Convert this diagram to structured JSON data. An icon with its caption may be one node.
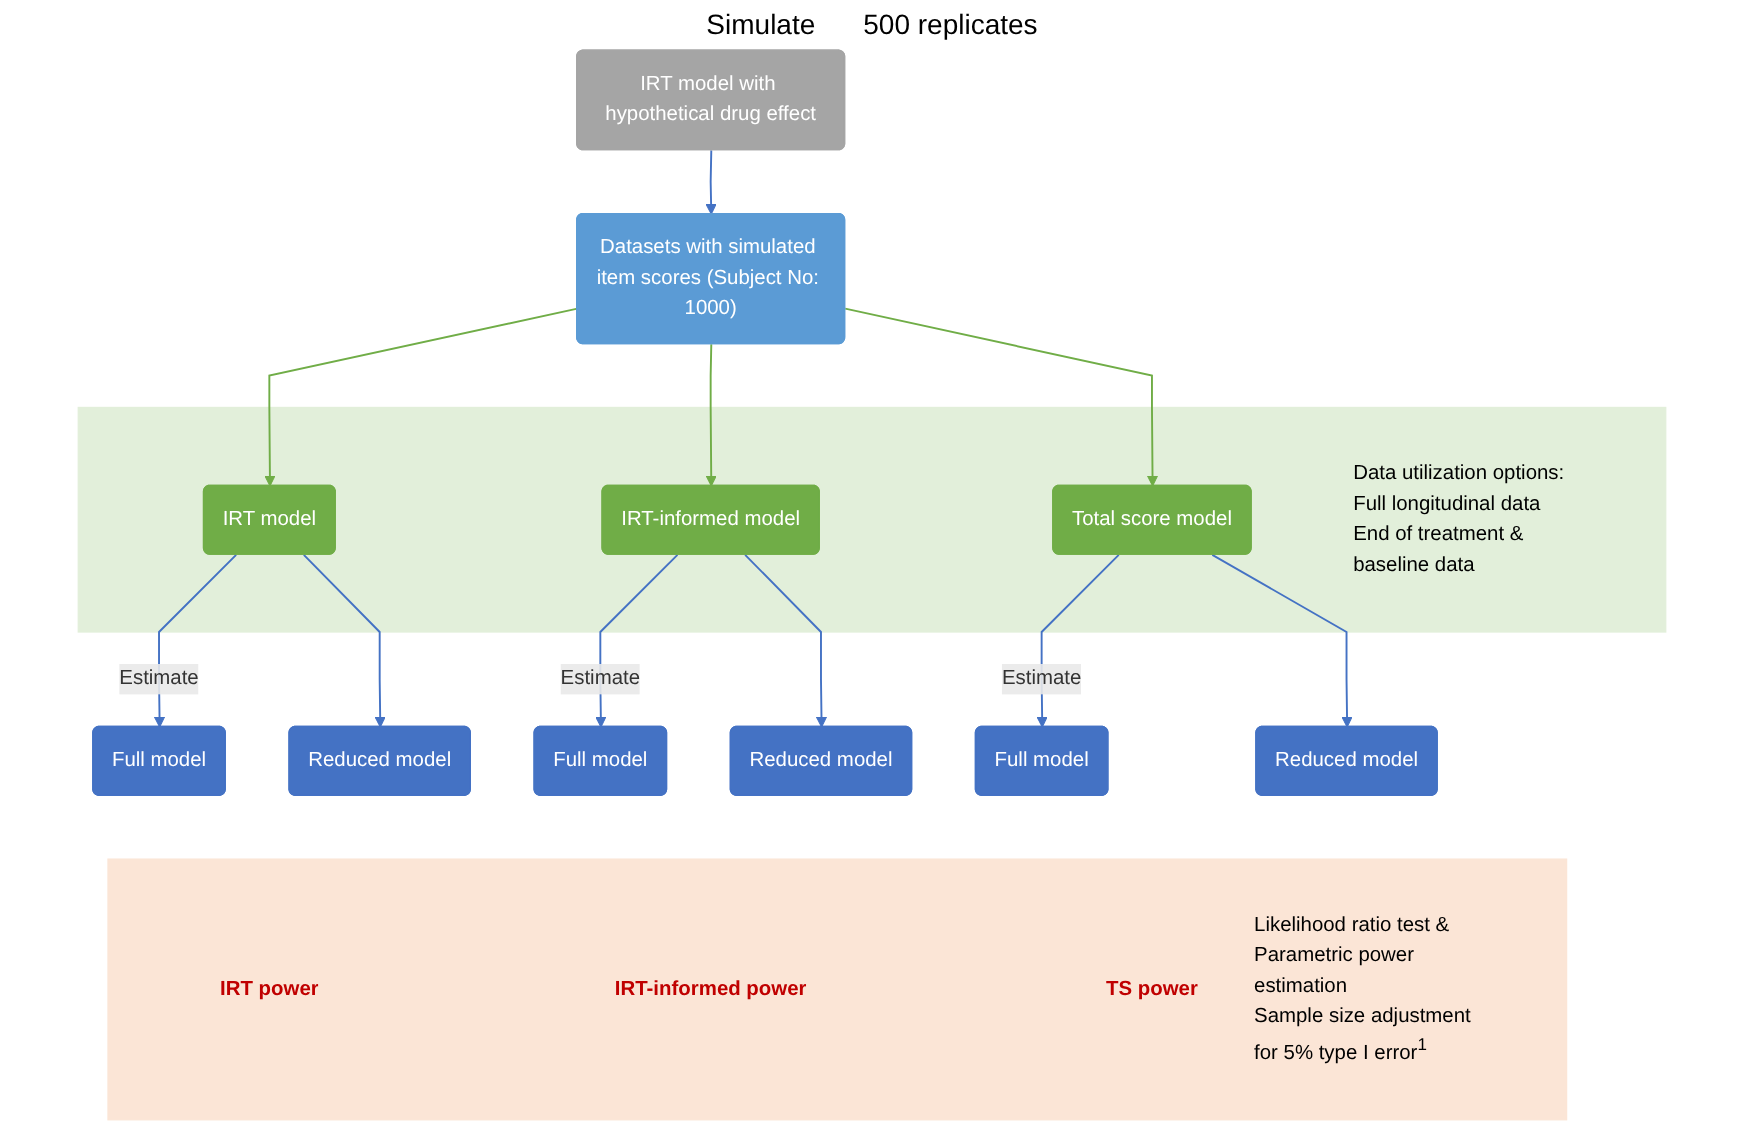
{
  "diagram": {
    "nodes": [
      {
        "text": [
          "IRT model with hypothetical drug effect"
        ]
      },
      {
        "text": [
          "Datasets with simulated item scores (Subject No: 1000)"
        ]
      },
      {
        "text": [
          "Data utilization options:",
          "Full longitudinal data",
          "End of treatment & baseline data"
        ]
      },
      {
        "text": [
          "IRT model"
        ],
        "in": 2
      },
      {
        "text": [
          "IRT-informed model"
        ],
        "in": 2
      },
      {
        "text": [
          "Total score model"
        ],
        "in": 2
      },
      {
        "text": [
          "Full model"
        ]
      },
      {
        "text": [
          "Reduced model"
        ]
      },
      {
        "text": [
          "Full model"
        ]
      },
      {
        "text": [
          "Reduced model"
        ]
      },
      {
        "text": [
          "Full model"
        ]
      },
      {
        "text": [
          "Reduced model"
        ]
      },
      {
        "text": [
          "Likelihood ratio test & Parametric power estimation",
          "Sample size adjustment for 5% type I error$^{1}$"
        ]
      },
      {
        "text": [
          "IRT power"
        ],
        "in": 12
      },
      {
        "text": [
          "IRT-informed power"
        ],
        "in": 12
      },
      {
        "text": [
          "TS power"
        ],
        "in": 12
      }
    ],
    "edges": [
      {
        "from": 0,
        "to": 1,
        "arrow": "to"
      },
      {
        "from": 1,
        "to": 3,
        "arrow": "to",
        "color": "#70ad47"
      },
      {
        "from": 1,
        "to": 4,
        "arrow": "to",
        "color": "#70ad47"
      },
      {
        "from": 1,
        "to": 5,
        "arrow": "to",
        "color": "#70ad47"
      },
      {
        "from": 3,
        "to": 6,
        "arrow": "to",
        "label": "Estimate"
      },
      {
        "from": 3,
        "to": 7,
        "arrow": "to"
      },
      {
        "from": 4,
        "to": 8,
        "arrow": "to",
        "label": "Estimate"
      },
      {
        "from": 4,
        "to": 9,
        "arrow": "to"
      },
      {
        "from": 5,
        "to": 10,
        "arrow": "to",
        "label": "Estimate"
      },
      {
        "from": 5,
        "to": 11,
        "arrow": "to"
      }
    ],
    "labels": [
      "Simulate",
      "500 replicates"
    ]
  }
}
